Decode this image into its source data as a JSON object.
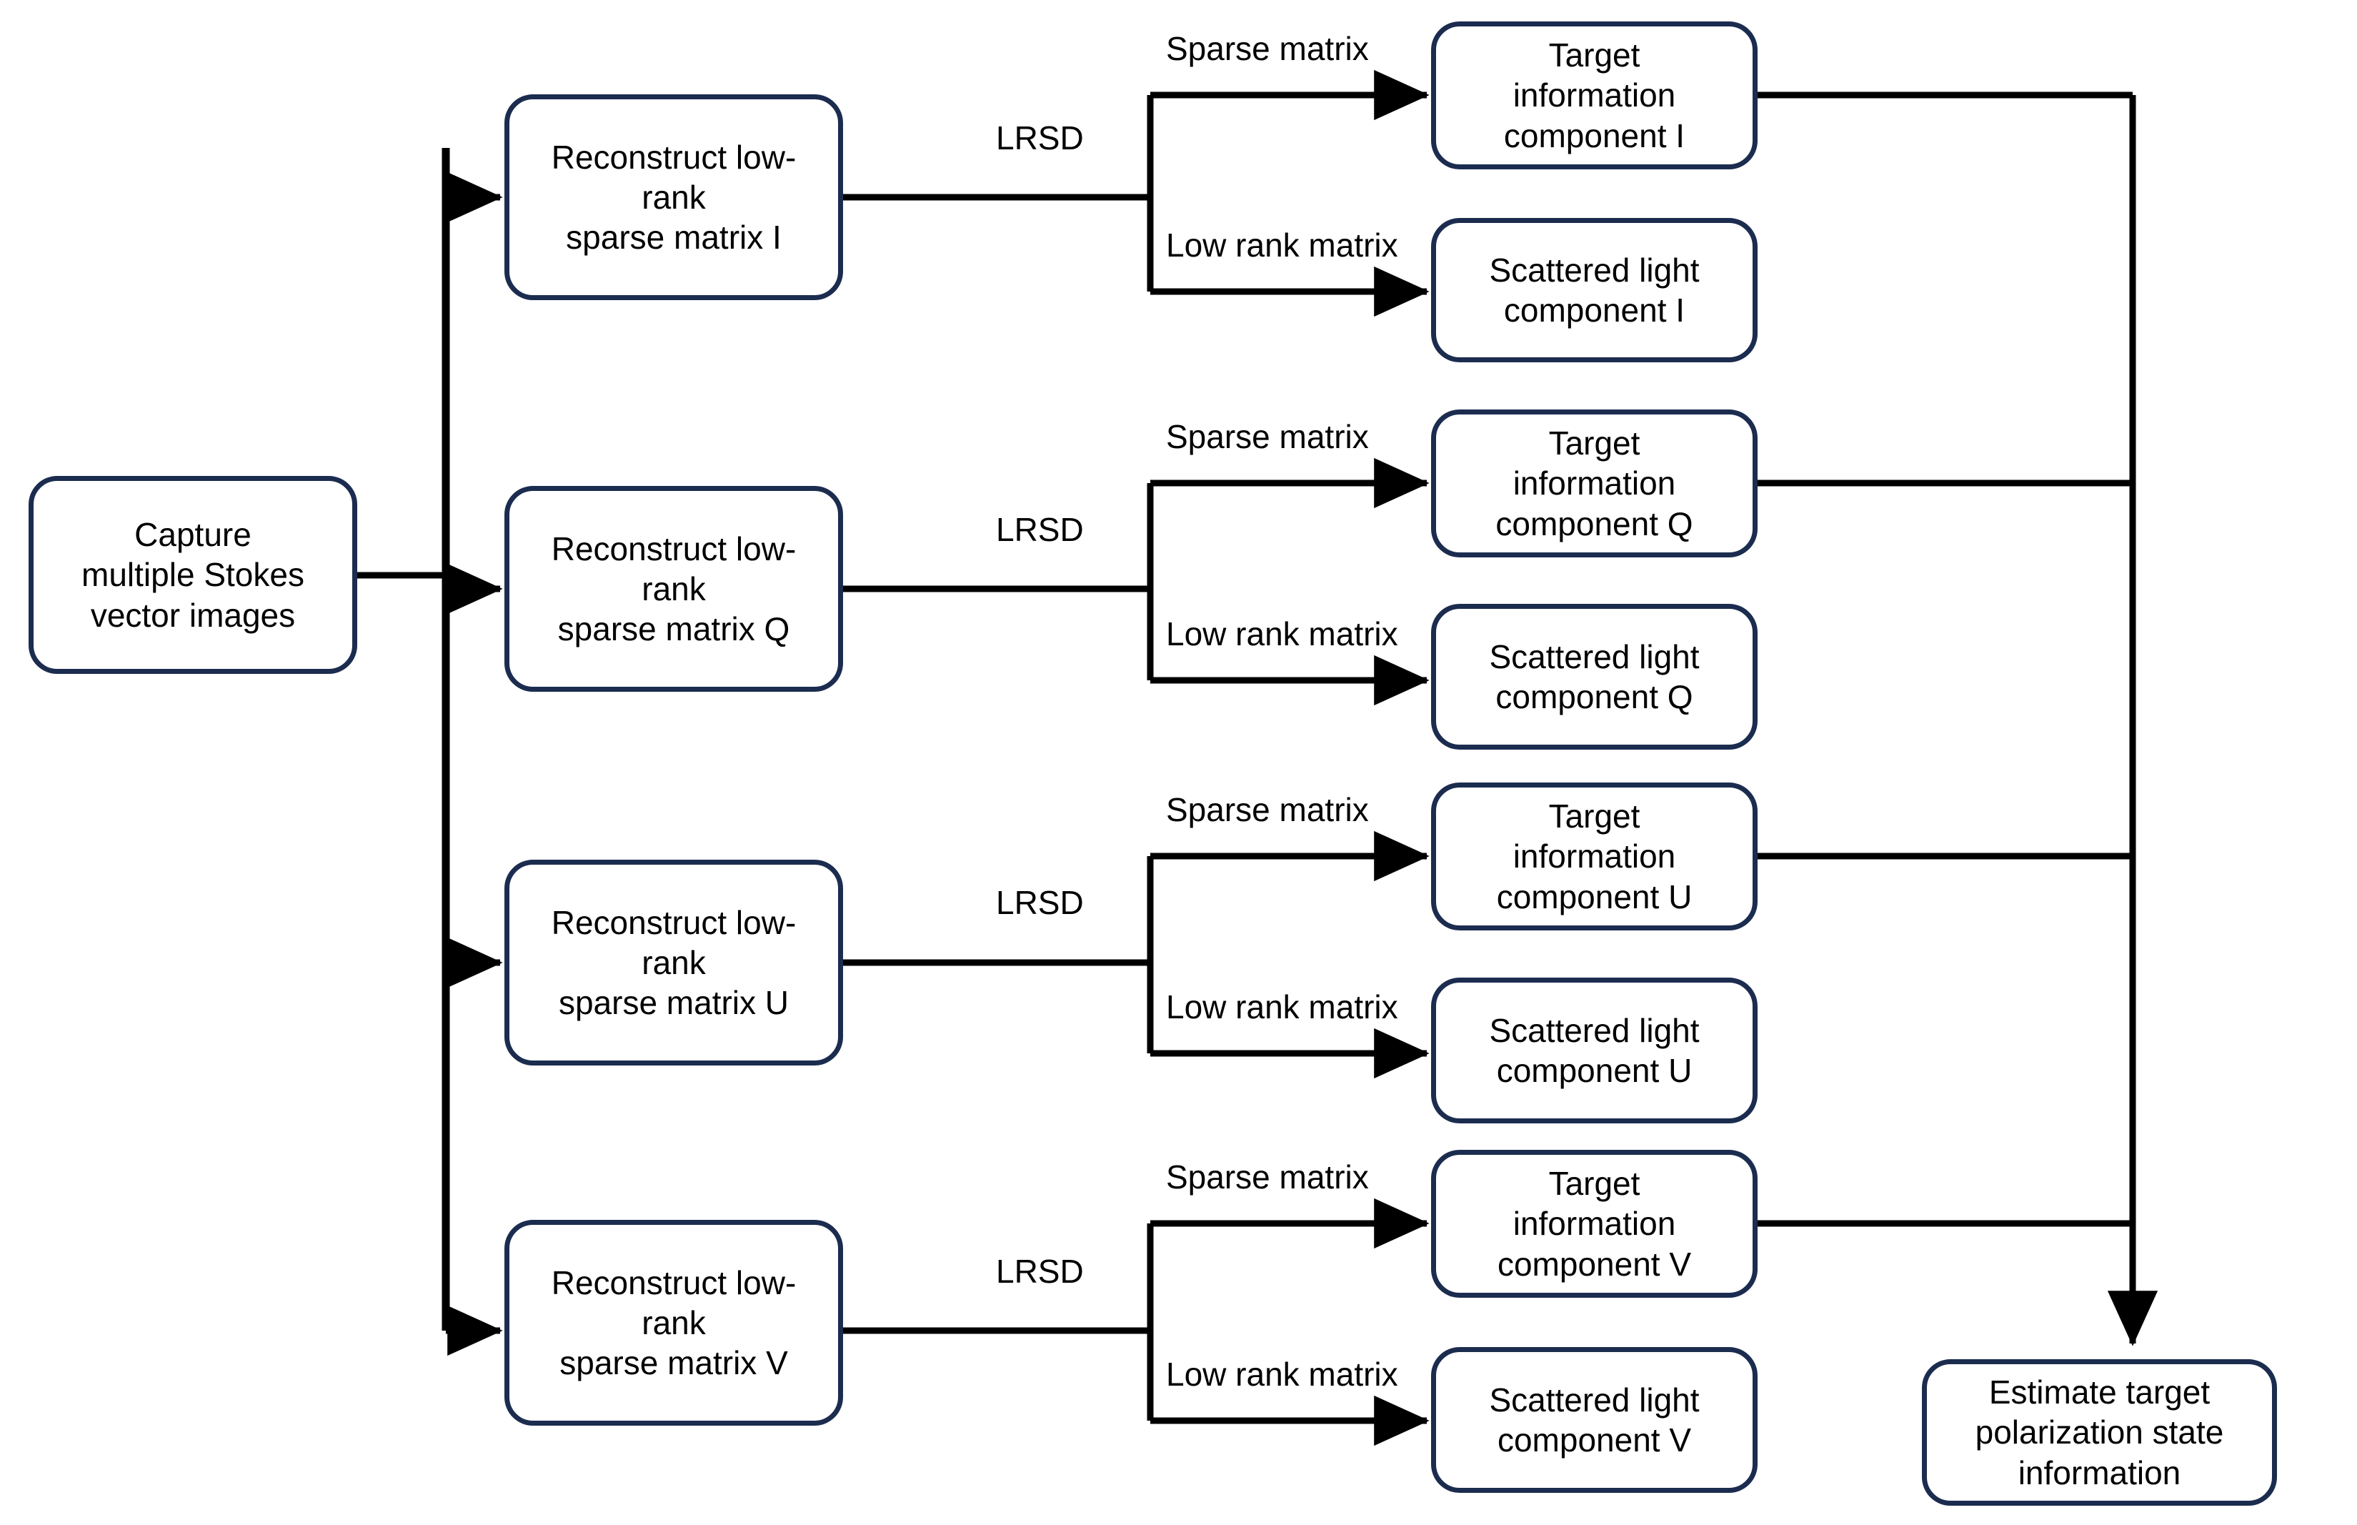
{
  "diagram": {
    "title": "Stokes vector LRSD polarization processing flowchart",
    "colors": {
      "node_border": "#1b2c4f",
      "wire": "#000000",
      "background": "#ffffff"
    },
    "source": {
      "label": "Capture\nmultiple Stokes\nvector images"
    },
    "sink": {
      "label": "Estimate target\npolarization state\ninformation"
    },
    "branches": [
      {
        "id": "I",
        "reconstruct": "Reconstruct low-rank\nsparse matrix I",
        "process_label": "LRSD",
        "sparse_label": "Sparse matrix",
        "lowrank_label": "Low rank matrix",
        "target": "Target\ninformation\ncomponent I",
        "scattered": "Scattered light\ncomponent I"
      },
      {
        "id": "Q",
        "reconstruct": "Reconstruct low-rank\nsparse matrix Q",
        "process_label": "LRSD",
        "sparse_label": "Sparse matrix",
        "lowrank_label": "Low rank matrix",
        "target": "Target\ninformation\ncomponent Q",
        "scattered": "Scattered light\ncomponent Q"
      },
      {
        "id": "U",
        "reconstruct": "Reconstruct low-rank\nsparse matrix U",
        "process_label": "LRSD",
        "sparse_label": "Sparse matrix",
        "lowrank_label": "Low rank matrix",
        "target": "Target\ninformation\ncomponent U",
        "scattered": "Scattered light\ncomponent U"
      },
      {
        "id": "V",
        "reconstruct": "Reconstruct low-rank\nsparse matrix V",
        "process_label": "LRSD",
        "sparse_label": "Sparse matrix",
        "lowrank_label": "Low rank matrix",
        "target": "Target\ninformation\ncomponent V",
        "scattered": "Scattered light\ncomponent V"
      }
    ]
  }
}
